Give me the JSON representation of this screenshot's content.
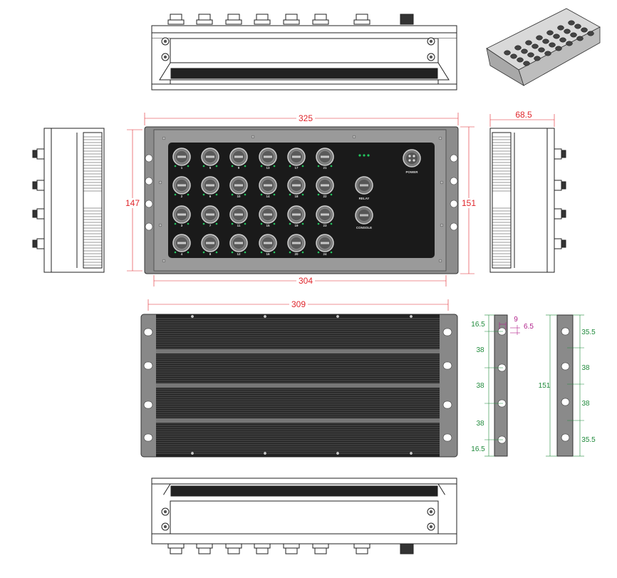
{
  "front_panel": {
    "port_labels": [
      [
        "1",
        "5",
        "9",
        "13",
        "17",
        "21"
      ],
      [
        "2",
        "6",
        "10",
        "14",
        "18",
        "22"
      ],
      [
        "3",
        "7",
        "11",
        "15",
        "19",
        "23"
      ],
      [
        "4",
        "8",
        "12",
        "16",
        "20",
        "24"
      ]
    ],
    "power_label": "POWER",
    "relay_label": "RELAY",
    "console_label": "CONSOLE"
  },
  "dimensions": {
    "overall_width": "325",
    "panel_width": "304",
    "panel_height": "147",
    "overall_height": "151",
    "depth": "68.5",
    "bottom_width": "309",
    "slot_width": "9",
    "slot_height": "6.5",
    "left_bracket": [
      "16.5",
      "38",
      "38",
      "38",
      "16.5"
    ],
    "right_bracket": [
      "35.5",
      "38",
      "38",
      "35.5"
    ],
    "bracket_height": "151"
  },
  "colors": {
    "dimension_red": "#e0262c",
    "dimension_green": "#1f8a3b",
    "dimension_magenta": "#b0208a",
    "panel_black": "#1a1a1a",
    "chassis_gray": "#8a8a8a",
    "led_green": "#22c55e"
  }
}
